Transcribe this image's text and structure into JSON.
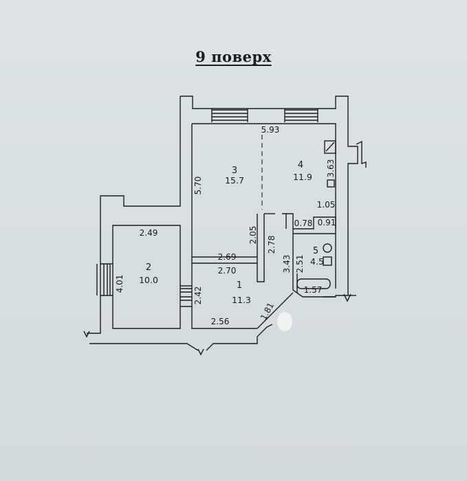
{
  "title": "9 поверх",
  "rooms": [
    {
      "number": "1",
      "area": "11.3"
    },
    {
      "number": "2",
      "area": "10.0"
    },
    {
      "number": "3",
      "area": "15.7"
    },
    {
      "number": "4",
      "area": "11.9"
    },
    {
      "number": "5",
      "area": "4.5"
    }
  ],
  "dimensions": {
    "room3_width": "5.93",
    "room3_height": "5.70",
    "room4_height": "3.63",
    "d_1_05": "1.05",
    "d_0_78": "0.78",
    "d_0_91": "0.91",
    "d_2_05": "2.05",
    "d_2_78": "2.78",
    "d_2_69": "2.69",
    "d_2_70": "2.70",
    "d_3_43": "3.43",
    "d_2_51": "2.51",
    "d_1_57": "1.57",
    "d_2_49": "2.49",
    "d_4_01": "4.01",
    "d_2_42": "2.42",
    "d_2_56": "2.56",
    "d_1_81": "1.81"
  },
  "colors": {
    "paper": "#d9dfe2",
    "ink": "#1a1a1a"
  }
}
